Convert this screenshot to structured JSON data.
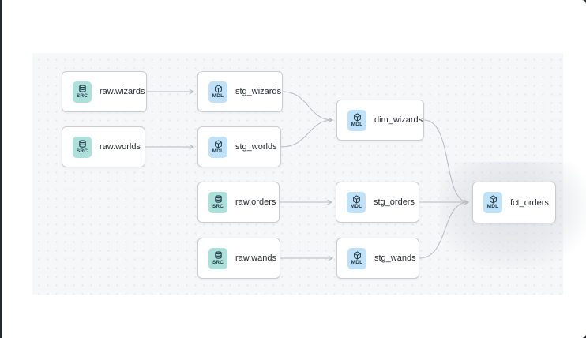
{
  "app": {
    "backdrop_color": "#242936",
    "surface_color": "#ffffff"
  },
  "canvas": {
    "background": "#f6f7f8",
    "dot_color": "#e1e4e8",
    "edge_color": "#b7bbc1"
  },
  "badges": {
    "src": {
      "label": "SRC",
      "color": "#abe0db",
      "icon": "database-icon"
    },
    "mdl": {
      "label": "MDL",
      "color": "#bfe2f8",
      "icon": "cube-icon"
    }
  },
  "nodes": [
    {
      "id": "raw.wizards",
      "label": "raw.wizards",
      "badge": "SRC"
    },
    {
      "id": "stg_wizards",
      "label": "stg_wizards",
      "badge": "MDL"
    },
    {
      "id": "raw.worlds",
      "label": "raw.worlds",
      "badge": "SRC"
    },
    {
      "id": "stg_worlds",
      "label": "stg_worlds",
      "badge": "MDL"
    },
    {
      "id": "dim_wizards",
      "label": "dim_wizards",
      "badge": "MDL"
    },
    {
      "id": "raw.orders",
      "label": "raw.orders",
      "badge": "SRC"
    },
    {
      "id": "stg_orders",
      "label": "stg_orders",
      "badge": "MDL"
    },
    {
      "id": "raw.wands",
      "label": "raw.wands",
      "badge": "SRC"
    },
    {
      "id": "stg_wands",
      "label": "stg_wands",
      "badge": "MDL"
    },
    {
      "id": "fct_orders",
      "label": "fct_orders",
      "badge": "MDL",
      "highlighted": true
    }
  ],
  "edges": [
    {
      "from": "raw.wizards",
      "to": "stg_wizards"
    },
    {
      "from": "raw.worlds",
      "to": "stg_worlds"
    },
    {
      "from": "raw.orders",
      "to": "stg_orders"
    },
    {
      "from": "raw.wands",
      "to": "stg_wands"
    },
    {
      "from": "stg_wizards",
      "to": "dim_wizards"
    },
    {
      "from": "stg_worlds",
      "to": "dim_wizards"
    },
    {
      "from": "dim_wizards",
      "to": "fct_orders"
    },
    {
      "from": "stg_orders",
      "to": "fct_orders"
    },
    {
      "from": "stg_wands",
      "to": "fct_orders"
    }
  ]
}
